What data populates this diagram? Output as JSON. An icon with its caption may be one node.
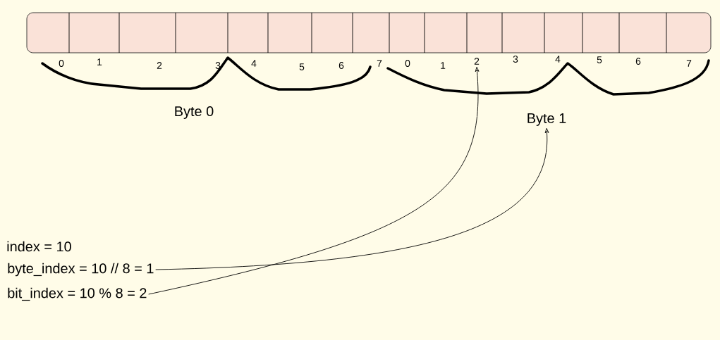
{
  "diagram": {
    "nodes": [
      {
        "text": [
          "Byte 0"
        ]
      },
      {
        "text": [
          "Byte 1"
        ]
      },
      {
        "text": [
          "2"
        ]
      },
      {
        "text": [
          "byte_index = 10 // 8 = 1"
        ]
      },
      {
        "text": [
          "bit_index = 10 % 8 = 2"
        ]
      }
    ],
    "edges": [
      {
        "from": 3,
        "to": 1,
        "arrow": "to"
      },
      {
        "from": 4,
        "to": 2,
        "arrow": "to"
      }
    ],
    "labels": [
      "0",
      "1",
      "2",
      "3",
      "4",
      "5",
      "6",
      "7",
      "0",
      "1",
      "3",
      "4",
      "5",
      "6",
      "7",
      "index = 10"
    ]
  }
}
